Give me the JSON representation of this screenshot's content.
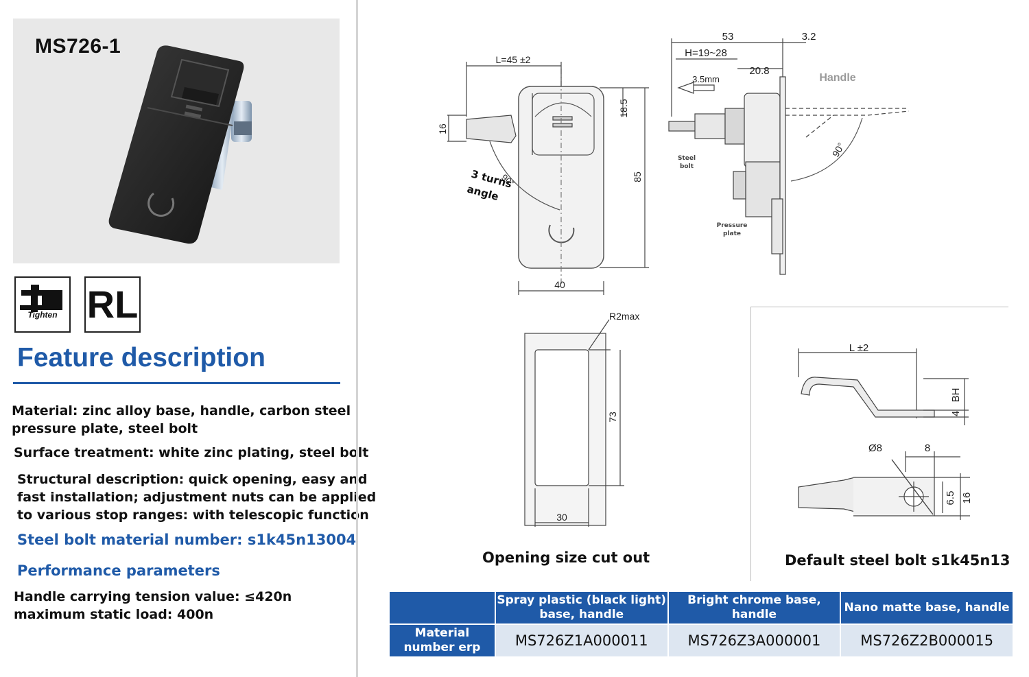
{
  "product": {
    "model": "MS726-1",
    "icons": [
      {
        "name": "tighten-icon",
        "label": "Tighten"
      },
      {
        "name": "rl-icon",
        "label": "RL"
      }
    ]
  },
  "feature": {
    "title": "Feature description",
    "material": "Material: zinc alloy base, handle, carbon steel",
    "material2": "pressure plate, steel bolt",
    "surface": "Surface treatment: white zinc plating, steel bolt",
    "structural1": "Structural description: quick opening, easy and",
    "structural2": "fast installation; adjustment nuts can be applied",
    "structural3": "to various stop ranges: with telescopic function",
    "bolt_number": "Steel bolt material number: s1k45n13004",
    "perf_title": "Performance parameters",
    "tension": "Handle carrying tension value: ≤420n",
    "static_load": "maximum static load: 400n"
  },
  "drawing_front": {
    "dim_L": "L=45 ±2",
    "dim_185": "18.5",
    "dim_16": "16",
    "dim_85": "85",
    "dim_40": "40",
    "turns": "3 turns",
    "angle": "angle",
    "deg": "90°"
  },
  "drawing_side": {
    "dim_53": "53",
    "dim_32": "3.2",
    "dim_H": "H=19~28",
    "dim_208": "20.8",
    "dim_35": "3.5mm",
    "handle": "Handle",
    "steel": "Steel",
    "bolt": "bolt",
    "pressure": "Pressure",
    "plate": "plate",
    "deg": "90°"
  },
  "cutout": {
    "r2": "R2max",
    "dim_73": "73",
    "dim_30": "30",
    "caption": "Opening size cut out"
  },
  "bolt_drawing": {
    "dim_L": "L ±2",
    "dim_BH": "BH",
    "dim_4": "4",
    "dim_phi8": "Ø8",
    "dim_8": "8",
    "dim_65": "6.5",
    "dim_16": "16",
    "caption": "Default steel bolt s1k45n13"
  },
  "table": {
    "headers": [
      "",
      "Spray plastic (black light) base, handle",
      "Bright chrome base, handle",
      "Nano matte base, handle"
    ],
    "row_label": "Material number erp",
    "values": [
      "MS726Z1A000011",
      "MS726Z3A000001",
      "MS726Z2B000015"
    ]
  },
  "colors": {
    "accent": "#1f5aa8",
    "table_cell": "#dde6f1"
  }
}
